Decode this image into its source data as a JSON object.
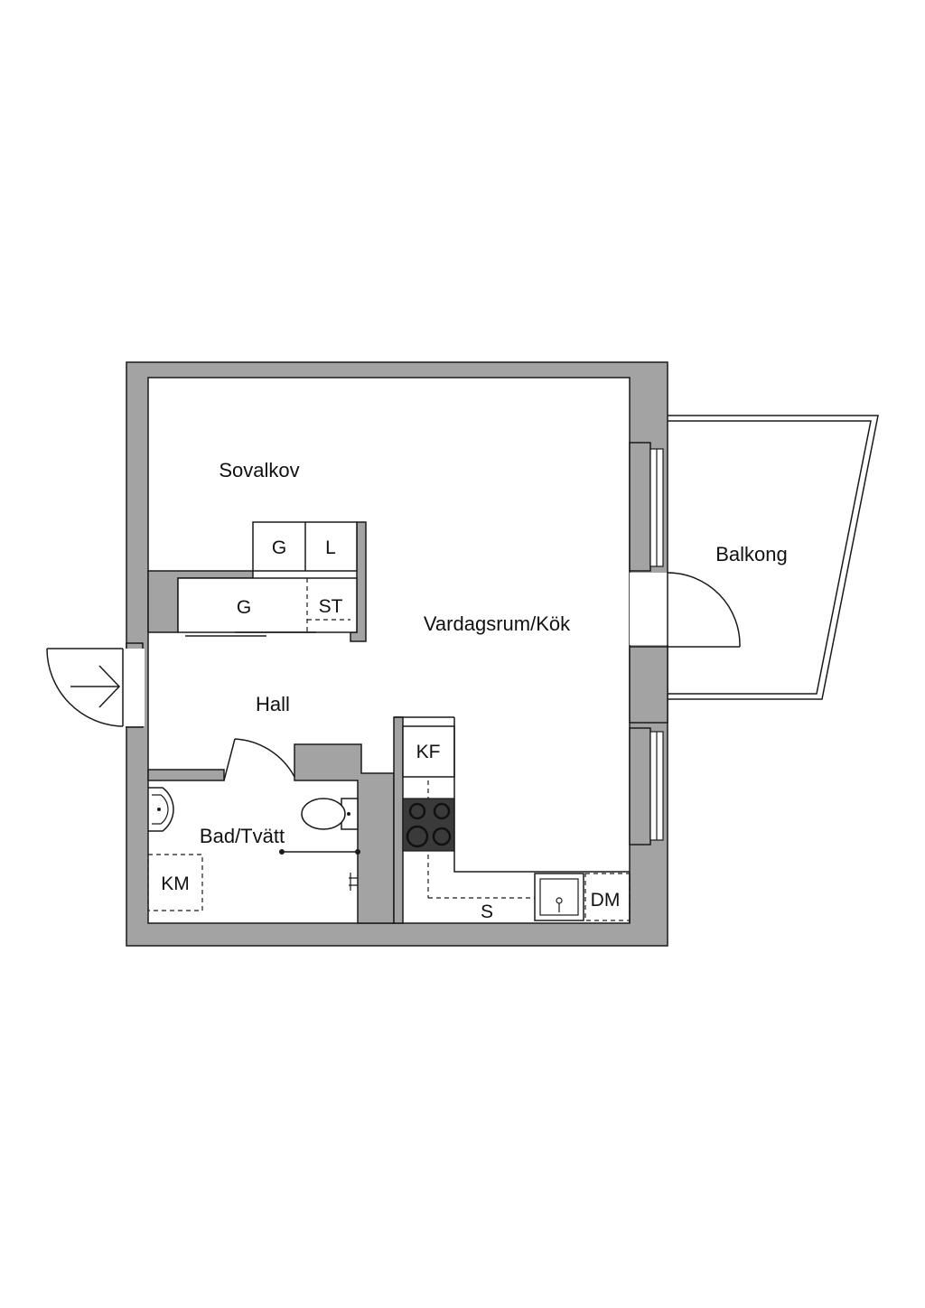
{
  "rooms": {
    "sovalkov": "Sovalkov",
    "vardagsrum": "Vardagsrum/Kök",
    "balkong": "Balkong",
    "hall": "Hall",
    "bad": "Bad/Tvätt"
  },
  "fixtures": {
    "garderob_1": "G",
    "linne": "L",
    "garderob_2": "G",
    "stad": "ST",
    "kyl_frys": "KF",
    "kladtvattmaskin": "KM",
    "diskho": "S",
    "diskmaskin": "DM"
  },
  "colors": {
    "wall": "#a3a3a3",
    "line": "#1a1a1a",
    "stove": "#3a3a3a",
    "background": "#ffffff"
  }
}
